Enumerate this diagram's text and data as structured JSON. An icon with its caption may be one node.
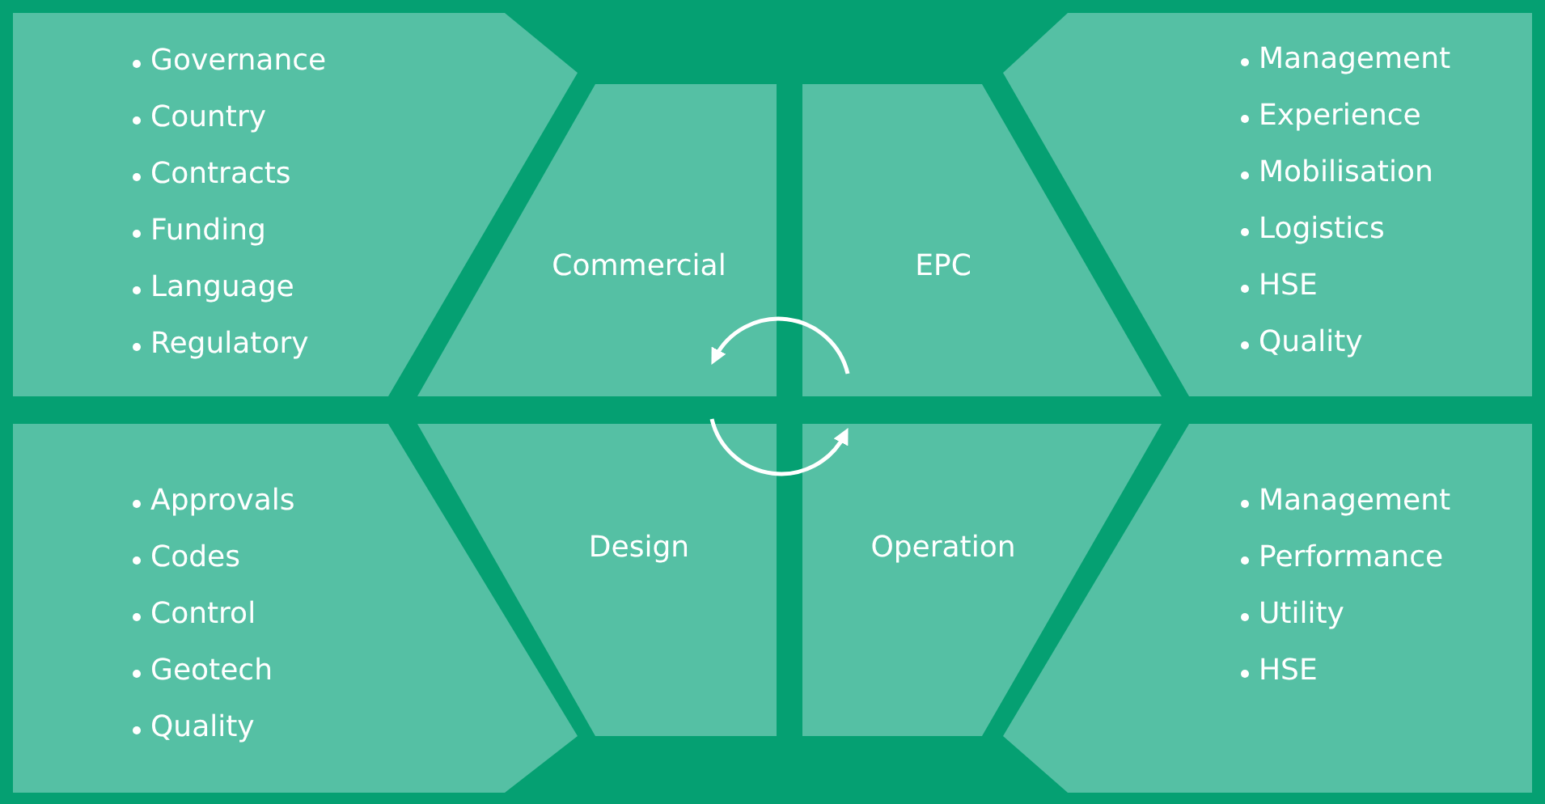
{
  "diagram": {
    "nodes": [
      {
        "text": [
          "Governance",
          "Country",
          "Contracts",
          "Funding",
          "Language",
          "Regulatory"
        ]
      },
      {
        "text": [
          "Commercial"
        ]
      },
      {
        "text": [
          "EPC"
        ]
      },
      {
        "text": [
          "Management",
          "Experience",
          "Mobilisation",
          "Logistics",
          "HSE",
          "Quality"
        ]
      },
      {
        "text": [
          "Approvals",
          "Codes",
          "Control",
          "Geotech",
          "Quality"
        ]
      },
      {
        "text": [
          "Design"
        ]
      },
      {
        "text": [
          "Operation"
        ]
      },
      {
        "text": [
          "Management",
          "Performance",
          "Utility",
          "HSE"
        ]
      }
    ],
    "edges": [
      {
        "from": 2,
        "to": 1,
        "arrow": "to"
      },
      {
        "from": 5,
        "to": 6,
        "arrow": "to"
      }
    ]
  }
}
